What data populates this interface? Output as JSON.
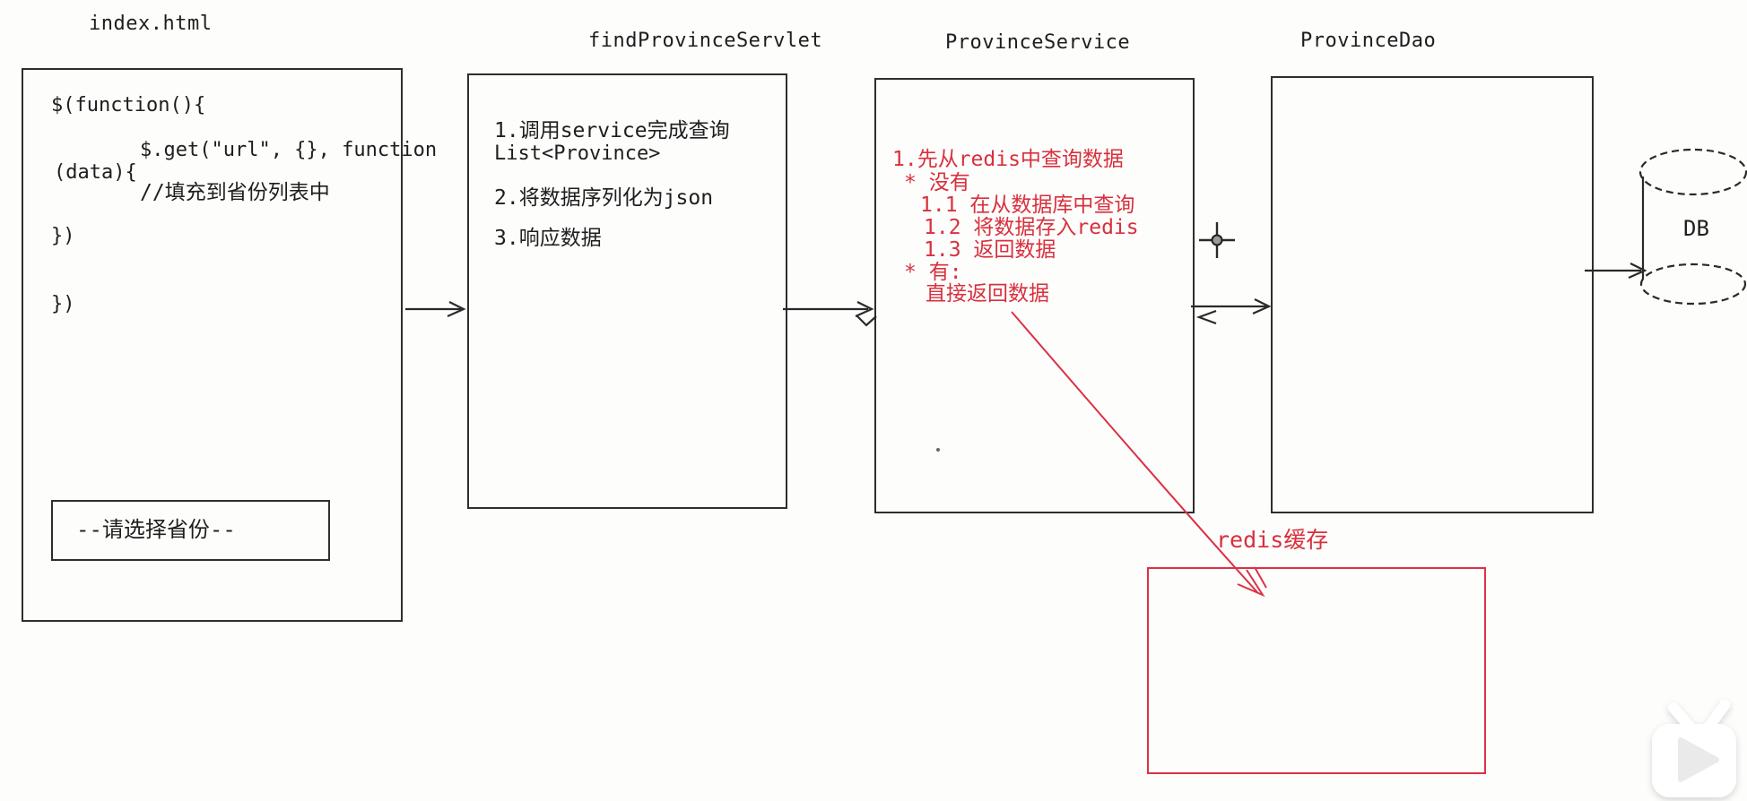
{
  "colors": {
    "ink": "#2e2e2e",
    "red": "#d8303d",
    "background": "#fdfdfc"
  },
  "nodes": {
    "index_html": {
      "title": "index.html",
      "code": [
        "$(function(){",
        "$.get(\"url\", {}, function",
        "(data){",
        "//填充到省份列表中",
        "})",
        "})"
      ],
      "select_label": "--请选择省份--"
    },
    "find_province_servlet": {
      "title": "findProvinceServlet",
      "steps": [
        "1.调用service完成查询",
        "List<Province>",
        "2.将数据序列化为json",
        "3.响应数据"
      ]
    },
    "province_service": {
      "title": "ProvinceService",
      "notes": [
        "1.先从redis中查询数据",
        "* 没有",
        "1.1 在从数据库中查询",
        "1.2 将数据存入redis",
        "1.3 返回数据",
        "* 有:",
        "直接返回数据"
      ]
    },
    "province_dao": {
      "title": "ProvinceDao"
    },
    "db": {
      "label": "DB"
    },
    "redis_cache": {
      "label": "redis缓存"
    }
  },
  "watermark": {
    "icon": "tv-play-icon"
  }
}
